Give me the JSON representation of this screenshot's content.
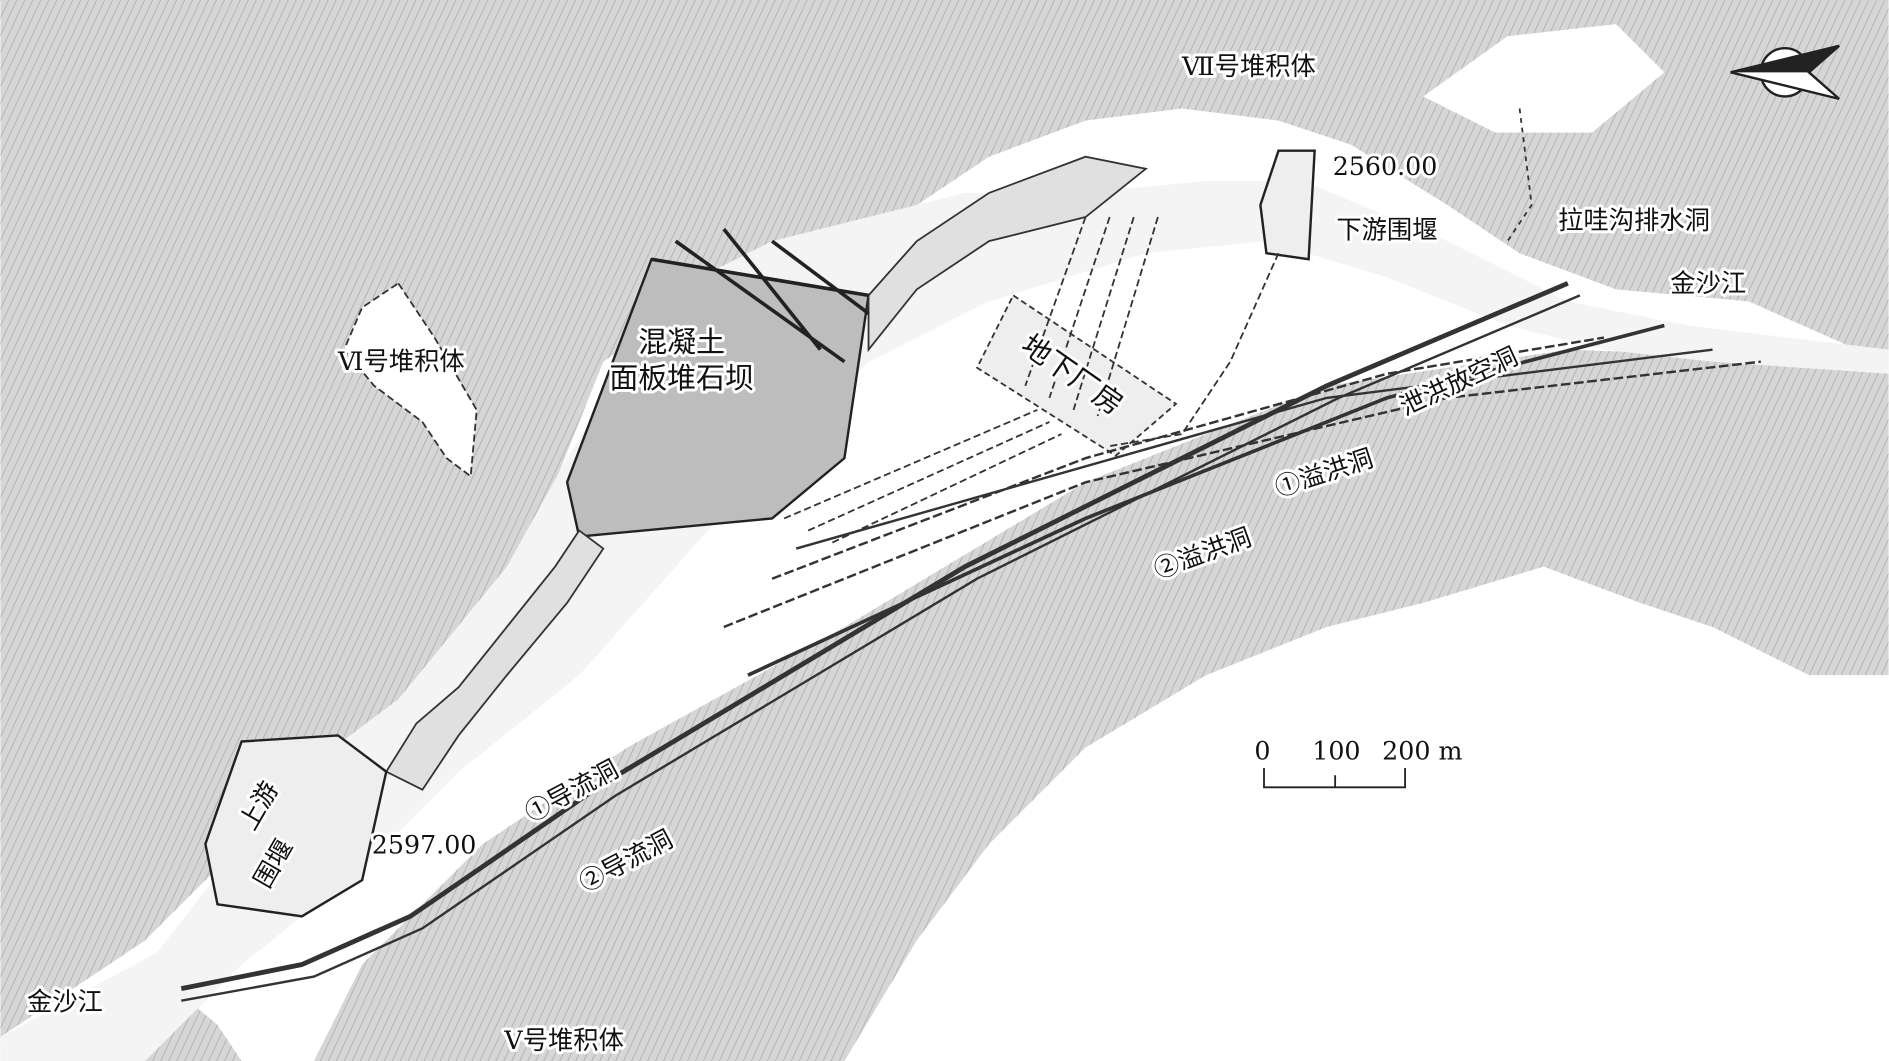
{
  "labels": {
    "deposit_vii": "Ⅶ号堆积体",
    "deposit_vi": "Ⅵ号堆积体",
    "deposit_v": "Ⅴ号堆积体",
    "elev_downstream": "2560.00",
    "elev_upstream": "2597.00",
    "downstream_cofferdam": "下游围堰",
    "upstream_cofferdam_1": "上游",
    "upstream_cofferdam_2": "围堰",
    "drainage_tunnel": "拉哇沟排水洞",
    "river_downstream": "金沙江",
    "river_upstream": "金沙江",
    "dam_1": "混凝土",
    "dam_2": "面板堆石坝",
    "powerhouse": "地下厂房",
    "flood_emptying_tunnel": "泄洪放空洞",
    "spillway_1": "①溢洪洞",
    "spillway_2": "②溢洪洞",
    "diversion_1": "①导流洞",
    "diversion_2": "②导流洞"
  },
  "scale_bar": {
    "ticks": [
      "0",
      "100",
      "200 m"
    ]
  },
  "colors": {
    "terrain": "#c9c9c9",
    "river": "#ffffff",
    "lines": "#333333"
  }
}
